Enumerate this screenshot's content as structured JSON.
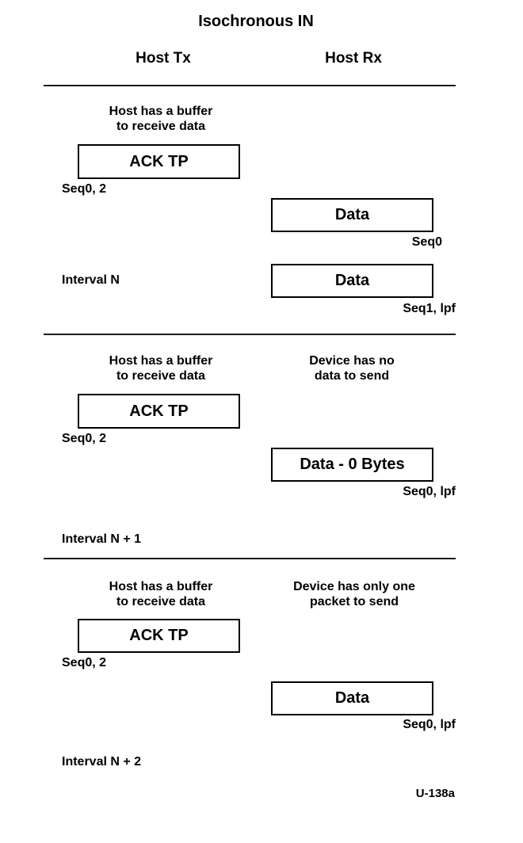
{
  "title": "Isochronous IN",
  "columns": {
    "host_tx": "Host Tx",
    "host_rx": "Host Rx"
  },
  "sections": [
    {
      "host_note_line1": "Host has a buffer",
      "host_note_line2": "to receive data",
      "ack_label": "ACK TP",
      "ack_seq": "Seq0, 2",
      "data1_label": "Data",
      "data1_seq": "Seq0",
      "data2_label": "Data",
      "data2_seq": "Seq1, lpf",
      "interval": "Interval N"
    },
    {
      "host_note_line1": "Host has a buffer",
      "host_note_line2": "to receive data",
      "device_note_line1": "Device has no",
      "device_note_line2": "data to send",
      "ack_label": "ACK TP",
      "ack_seq": "Seq0, 2",
      "data1_label": "Data - 0 Bytes",
      "data1_seq": "Seq0, lpf",
      "interval": "Interval N + 1"
    },
    {
      "host_note_line1": "Host has a buffer",
      "host_note_line2": "to receive data",
      "device_note_line1": "Device has only one",
      "device_note_line2": "packet to send",
      "ack_label": "ACK TP",
      "ack_seq": "Seq0, 2",
      "data1_label": "Data",
      "data1_seq": "Seq0, lpf",
      "interval": "Interval N + 2"
    }
  ],
  "figure_label": "U-138a"
}
